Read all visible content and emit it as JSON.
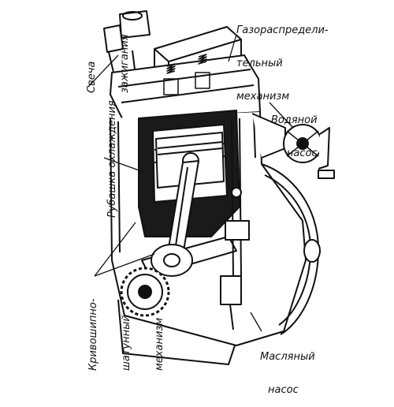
{
  "labels": {
    "valve_train": [
      "Газораспредели-",
      "тельный",
      "механизм"
    ],
    "spark_plug": [
      "Свеча",
      "зажигания"
    ],
    "water_pump": [
      "Водяной",
      "насос"
    ],
    "cooling_jacket": "Рубашка охлаждения",
    "crank_mechanism": [
      "Кривошипно-",
      "шатунный",
      "механизм"
    ],
    "oil_pump": [
      "Масляный",
      "насос"
    ]
  },
  "colors": {
    "ink": "#111111",
    "background": "#ffffff"
  }
}
